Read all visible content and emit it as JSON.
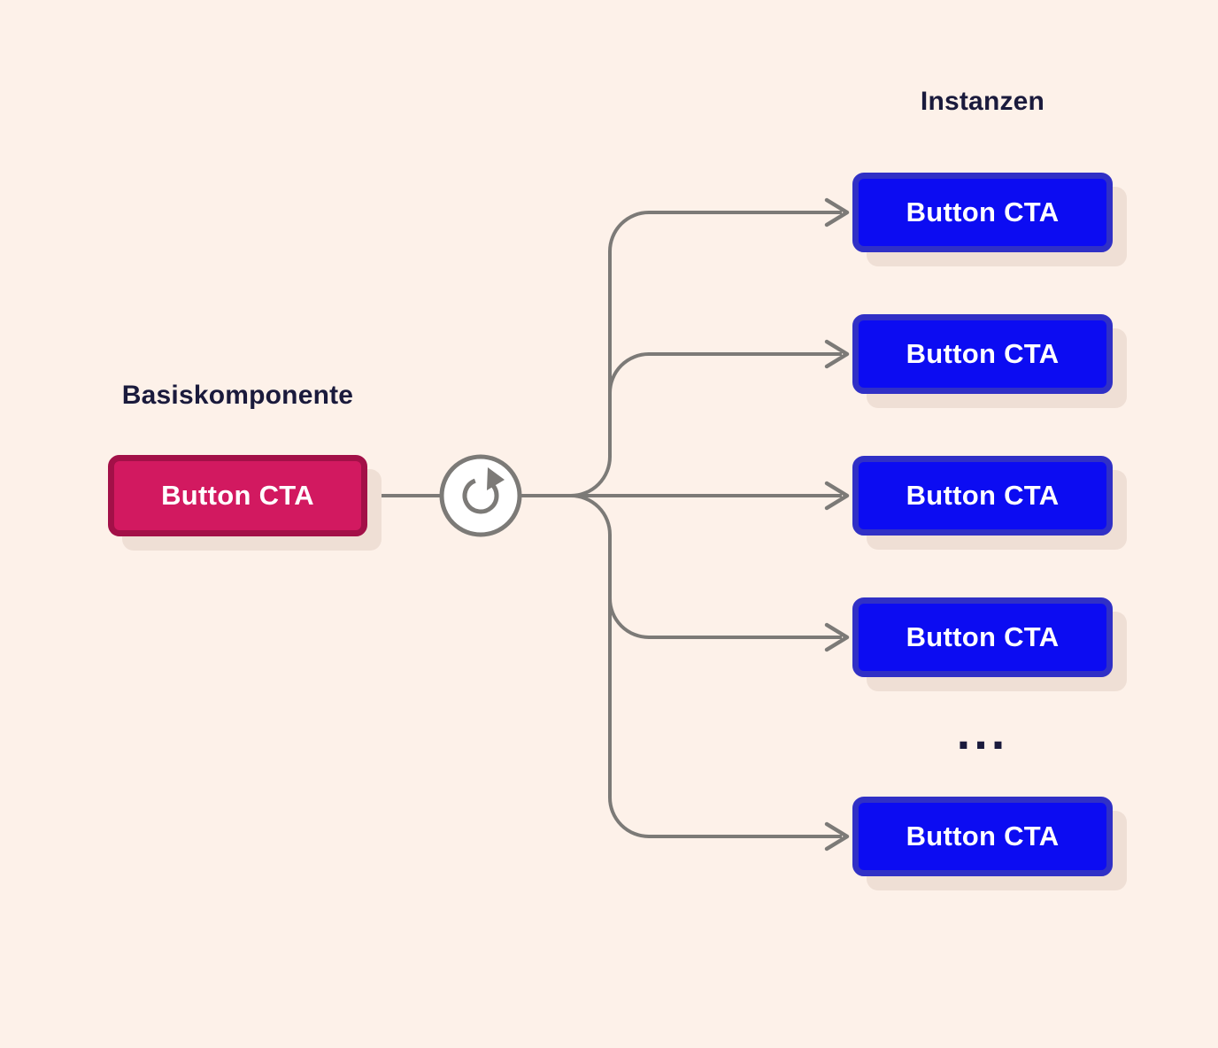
{
  "colors": {
    "background": "#FDF1E9",
    "connector_gray": "#7C7A77",
    "heading_text": "#1A1A3C",
    "base_button_fill": "#D21960",
    "base_button_border": "#A31048",
    "instance_button_fill": "#0C0CF2",
    "instance_button_border": "#3030C6",
    "button_text": "#FFFFFF",
    "shadow": "#EFDFD5"
  },
  "base_component": {
    "heading": "Basiskomponente",
    "button": {
      "label": "Button CTA"
    }
  },
  "sync_icon": {
    "name": "rotate-clockwise-icon"
  },
  "instances": {
    "heading": "Instanzen",
    "ellipsis": "...",
    "buttons": [
      {
        "label": "Button CTA"
      },
      {
        "label": "Button CTA"
      },
      {
        "label": "Button CTA"
      },
      {
        "label": "Button CTA"
      },
      {
        "label": "Button CTA"
      }
    ]
  }
}
